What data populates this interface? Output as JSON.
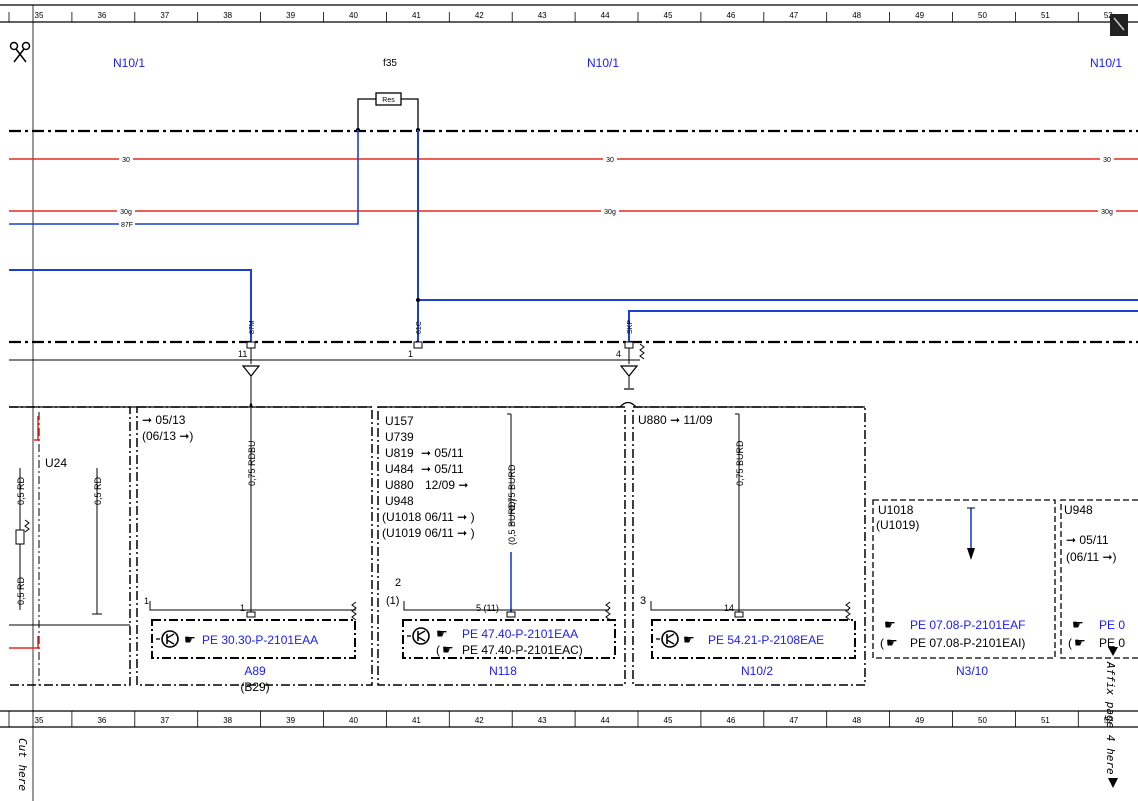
{
  "ruler": {
    "columns": [
      "35",
      "36",
      "37",
      "38",
      "39",
      "40",
      "41",
      "42",
      "43",
      "44",
      "45",
      "46",
      "47",
      "48",
      "49",
      "50",
      "51",
      "52"
    ]
  },
  "header": {
    "module_left": "N10/1",
    "module_mid": "N10/1",
    "module_right": "N10/1",
    "fuse_label": "f35",
    "resistor_label": "Res"
  },
  "rails": {
    "r30": "30",
    "r30g": "30g",
    "r87f": "87F"
  },
  "wires": {
    "w1_tag": "87M",
    "w2_tag": "61C",
    "w3_tag": "SKP",
    "pin_11": "11",
    "pin_1": "1",
    "pin_4": "4",
    "wire_0_75_rdbu": "0,75 RDBU",
    "wire_0_75_burd_a": "0,75 BURD",
    "wire_0_75_burd_alt": "(0,5 BURD)",
    "wire_0_75_burd_b": "0,75 BURD",
    "wire_0_5_rd_a": "0,5 RD",
    "wire_0_5_rd_b": "0,5 RD",
    "wire_0_5_rd_c": "0,5 RD"
  },
  "boxes": {
    "u24": {
      "label": "U24"
    },
    "a89": {
      "date_from": "05/13",
      "date_to": "(06/13",
      "pin_outer": "1",
      "pin_inner": "1",
      "ref": "PE 30.30-P-2101EAA",
      "name": "A89",
      "alt": "(B29)"
    },
    "n118": {
      "codes": [
        "U157",
        "U739",
        "U819",
        "U484",
        "U880",
        "U948",
        "(U1018 06/11",
        "(U1019 06/11"
      ],
      "dates": [
        "05/11",
        "05/11",
        "12/09"
      ],
      "close": ")",
      "pin_num": "2",
      "pin_alt": "(1)",
      "pin_inner": "5 (11)",
      "ref1": "PE 47.40-P-2101EAA",
      "ref2_open": "(",
      "ref2": "PE 47.40-P-2101EAC)",
      "name": "N118"
    },
    "n10_2": {
      "code": "U880",
      "date": "11/09",
      "pin_outer": "3",
      "pin_inner": "14",
      "ref": "PE 54.21-P-2108EAE",
      "name": "N10/2"
    },
    "n3_10": {
      "code1": "U1018",
      "code2": "(U1019)",
      "ref1": "PE 07.08-P-2101EAF",
      "ref2_open": "(",
      "ref2": "PE 07.08-P-2101EAI)",
      "name": "N3/10"
    },
    "u948": {
      "code": "U948",
      "date_from": "05/11",
      "date_to": "(06/11",
      "ref1": "PE 0",
      "ref2_open": "(",
      "ref2": "PE 0"
    }
  },
  "margin": {
    "cut_here": "Cut here",
    "affix": "Affix page 4 here"
  },
  "colors": {
    "wire_red": "#e8291c",
    "wire_blue": "#1b3fd6",
    "label_blue": "#1a1aff"
  }
}
